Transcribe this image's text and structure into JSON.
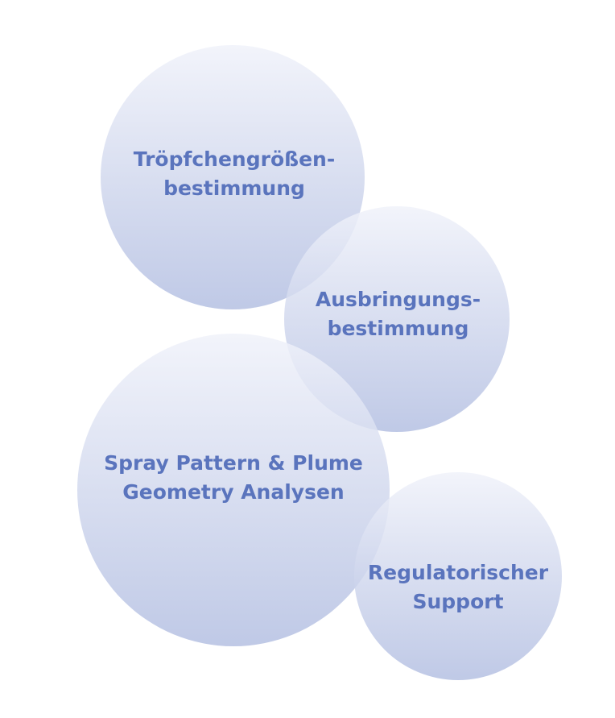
{
  "bubbles": [
    {
      "lines": [
        "Tröpfchengrößen-",
        "bestimmung"
      ]
    },
    {
      "lines": [
        "Ausbringungs-",
        "bestimmung"
      ]
    },
    {
      "lines": [
        "Spray Pattern & Plume",
        "Geometry Analysen"
      ]
    },
    {
      "lines": [
        "Regulatorischer",
        "Support"
      ]
    }
  ],
  "colors": {
    "text": "#5a74bd",
    "bubble_top": "#f0f2fa",
    "bubble_bottom": "#aab7de"
  }
}
